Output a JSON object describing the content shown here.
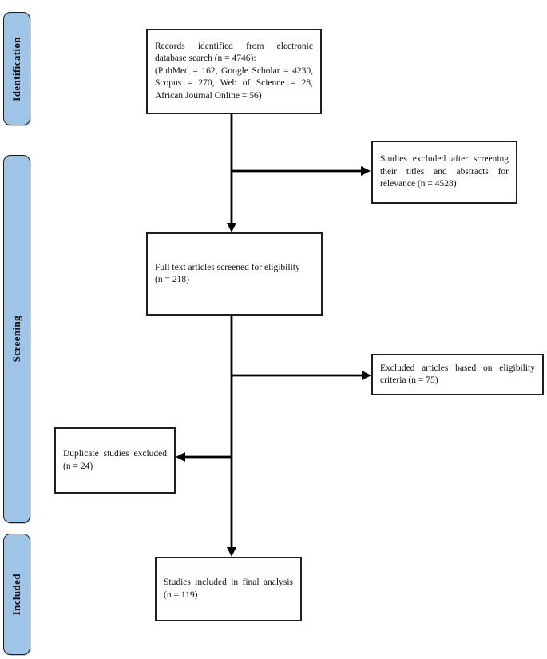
{
  "colors": {
    "stage_fill": "#9ec4e8",
    "stage_border": "#1a1a1a",
    "box_border": "#1f1f1f",
    "arrow": "#000000",
    "background": "#ffffff"
  },
  "stages": [
    {
      "label": "Identification"
    },
    {
      "label": "Screening"
    },
    {
      "label": "Included"
    }
  ],
  "boxes": {
    "records": {
      "lines": [
        "Records identified from electronic",
        "database search (n = 4746):",
        "(PubMed = 162, Google Scholar = 4230,",
        "Scopus = 270, Web of Science = 28,",
        "African Journal Online = 56)"
      ]
    },
    "excluded_screening": {
      "lines": [
        "Studies excluded after screening",
        "their titles and abstracts for",
        "relevance (n = 4528)"
      ]
    },
    "fulltext": {
      "lines": [
        "Full text articles screened for eligibility",
        "(n = 218)"
      ]
    },
    "excluded_eligibility": {
      "lines": [
        "Excluded articles based on eligibility",
        "criteria (n = 75)"
      ]
    },
    "duplicates": {
      "lines": [
        "Duplicate studies excluded",
        "(n = 24)"
      ]
    },
    "included": {
      "lines": [
        "Studies included in final analysis",
        "(n = 119)"
      ]
    }
  }
}
